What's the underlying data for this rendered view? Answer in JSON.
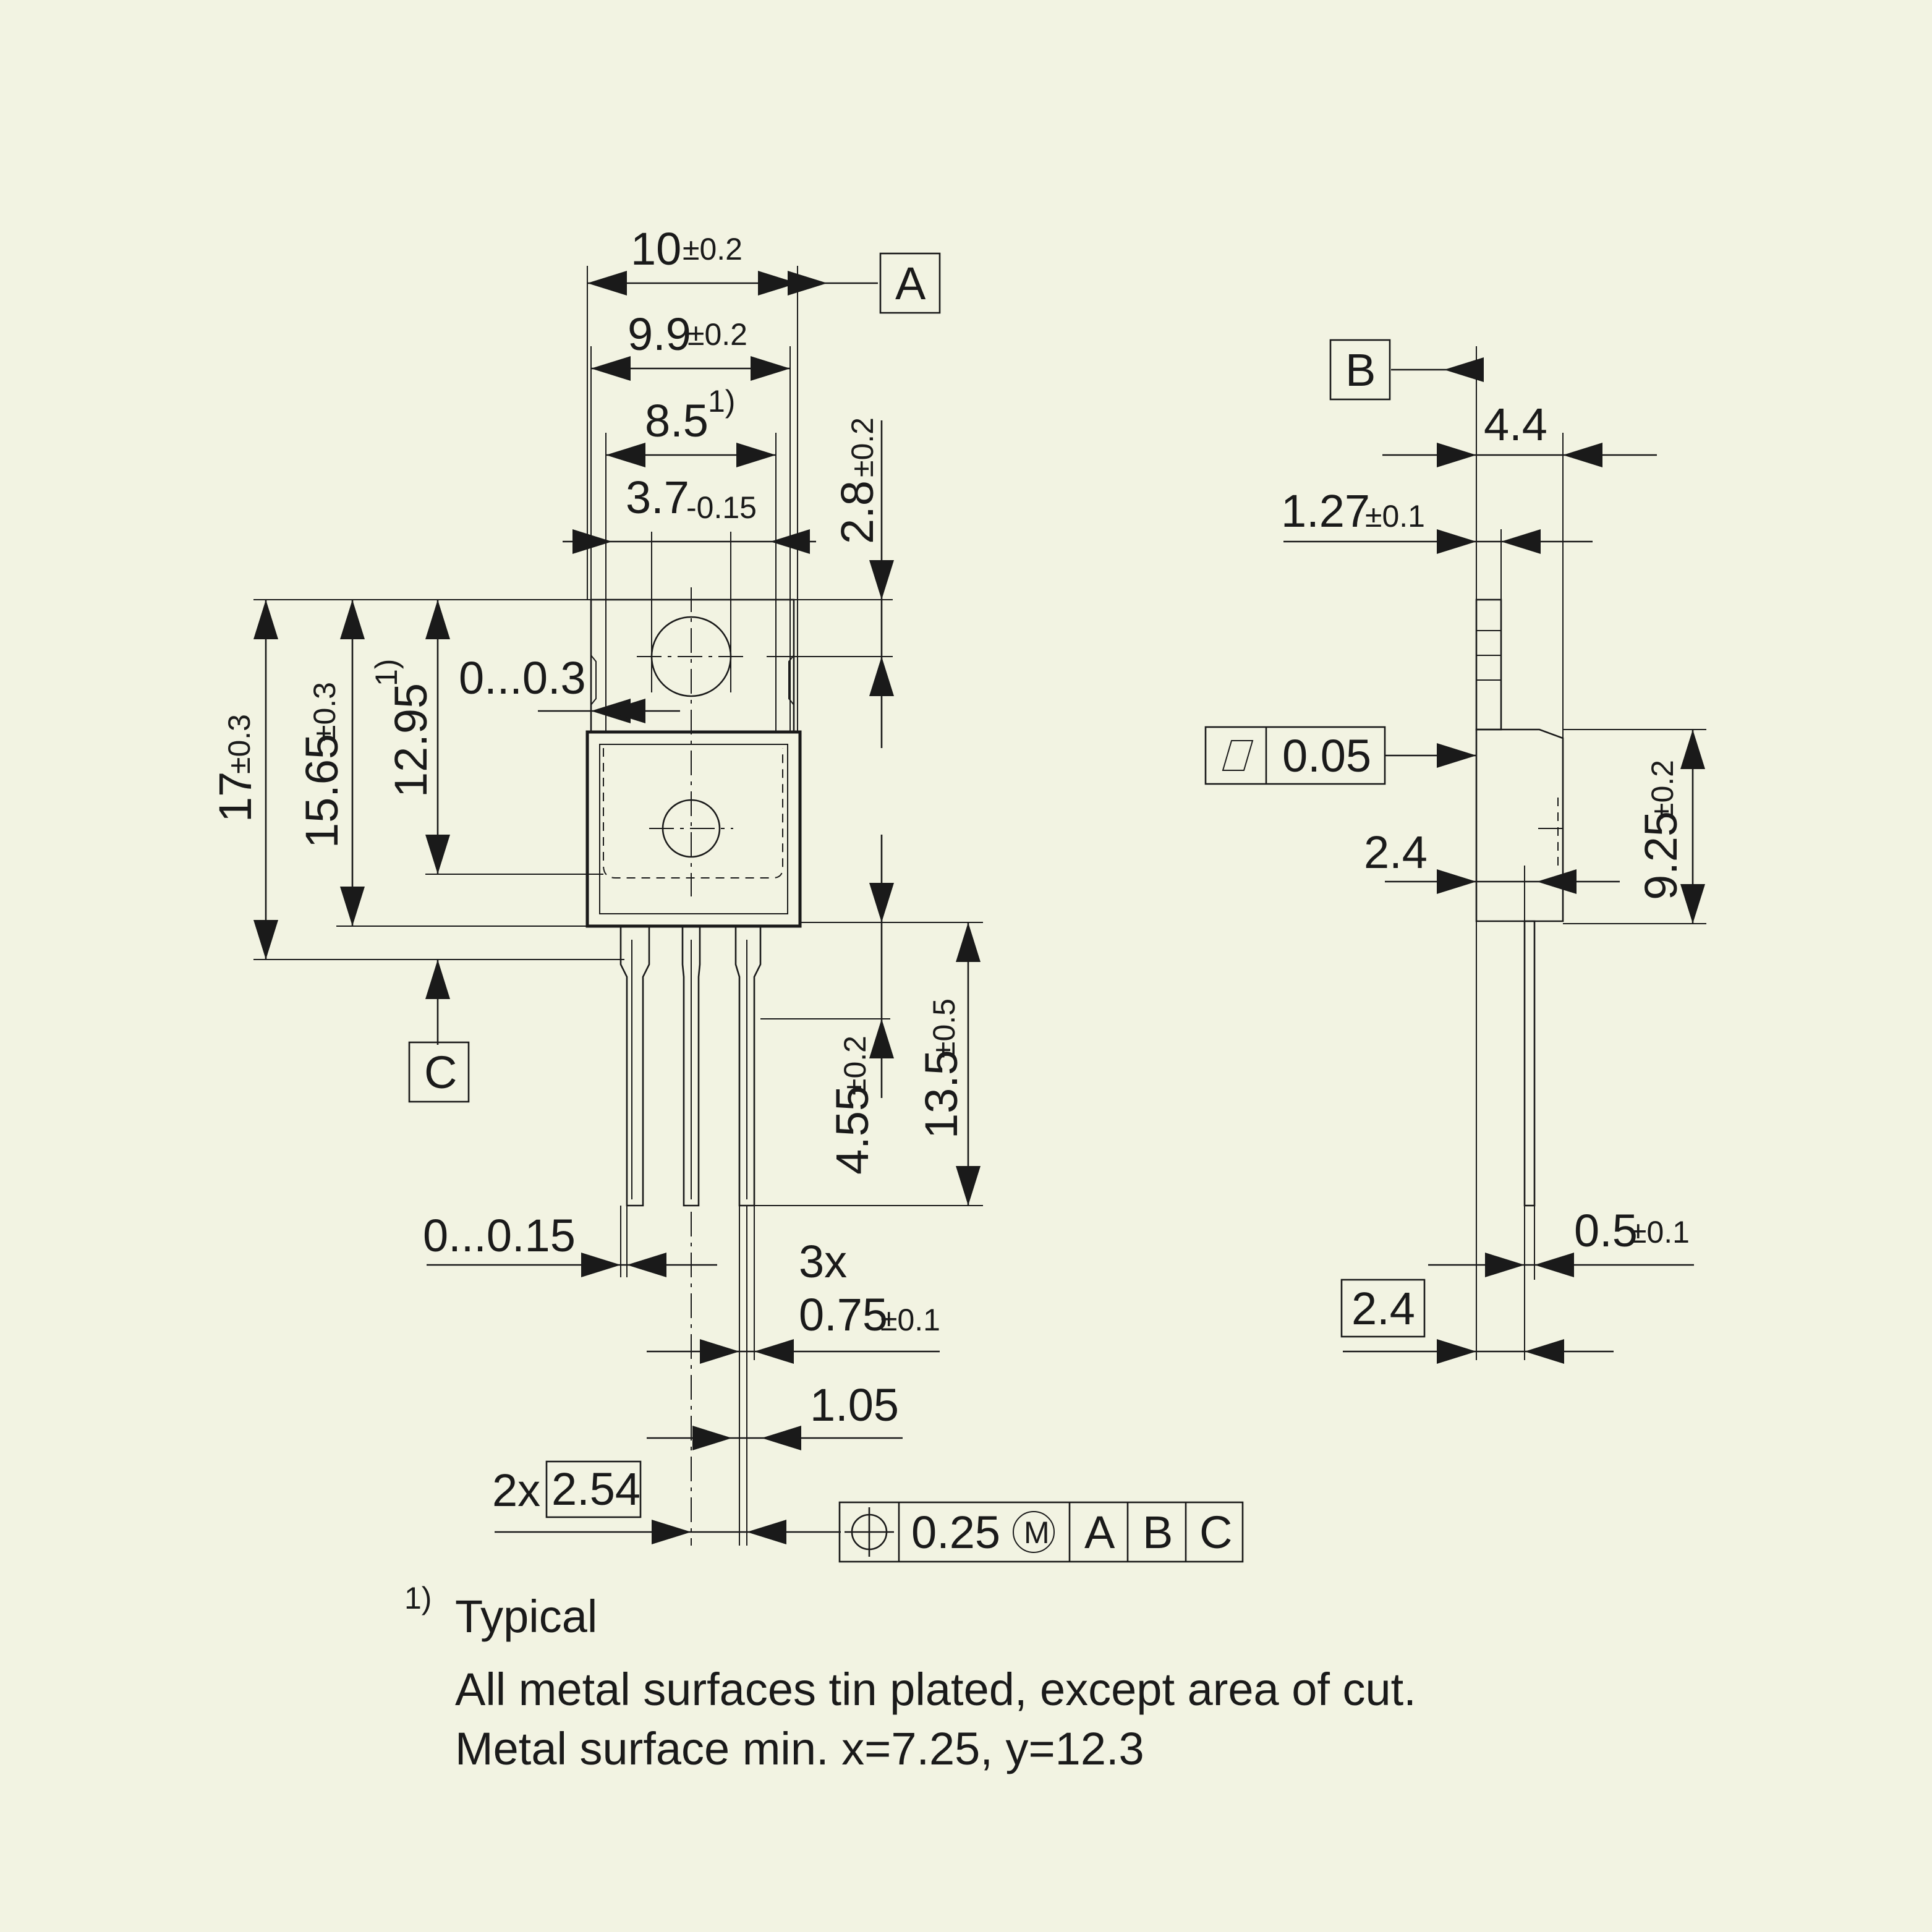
{
  "dimensions": {
    "width_10": {
      "value": "10",
      "tol": "±0.2"
    },
    "width_9_9": {
      "value": "9.9",
      "tol": "±0.2"
    },
    "width_8_5": {
      "value": "8.5",
      "note": "1)"
    },
    "width_3_7": {
      "value": "3.7",
      "tol": "-0.15"
    },
    "tab_2_8": {
      "value": "2.8",
      "tol": "±0.2"
    },
    "height_17": {
      "value": "17",
      "tol": "±0.3"
    },
    "height_15_65": {
      "value": "15.65",
      "tol": "±0.3"
    },
    "height_12_95": {
      "value": "12.95",
      "note": "1)"
    },
    "offset_0_0_3": {
      "value": "0...0.3"
    },
    "lead_4_55": {
      "value": "4.55",
      "tol": "±0.2"
    },
    "lead_13_5": {
      "value": "13.5",
      "tol": "±0.5"
    },
    "lead_offset": {
      "value": "0...0.15"
    },
    "lead_width": {
      "prefix": "3x",
      "value": "0.75",
      "tol": "±0.1"
    },
    "lead_1_05": {
      "value": "1.05"
    },
    "pitch": {
      "prefix": "2x",
      "value": "2.54"
    },
    "side_4_4": {
      "value": "4.4"
    },
    "side_1_27": {
      "value": "1.27",
      "tol": "±0.1"
    },
    "side_2_4_top": {
      "value": "2.4"
    },
    "side_9_25": {
      "value": "9.25",
      "tol": "±0.2"
    },
    "side_0_5": {
      "value": "0.5",
      "tol": "±0.1"
    },
    "side_2_4_bottom": {
      "value": "2.4"
    }
  },
  "datums": {
    "a": "A",
    "b": "B",
    "c": "C"
  },
  "flatness": {
    "symbol": "flatness-icon",
    "value": "0.05"
  },
  "position_tolerance": {
    "symbol": "position-icon",
    "value": "0.25",
    "modifier": "M",
    "refs": [
      "A",
      "B",
      "C"
    ]
  },
  "notes": {
    "marker": "1)",
    "typical": "Typical",
    "line1": "All metal surfaces tin plated, except area of cut.",
    "line2": "Metal surface min. x=7.25, y=12.3"
  }
}
